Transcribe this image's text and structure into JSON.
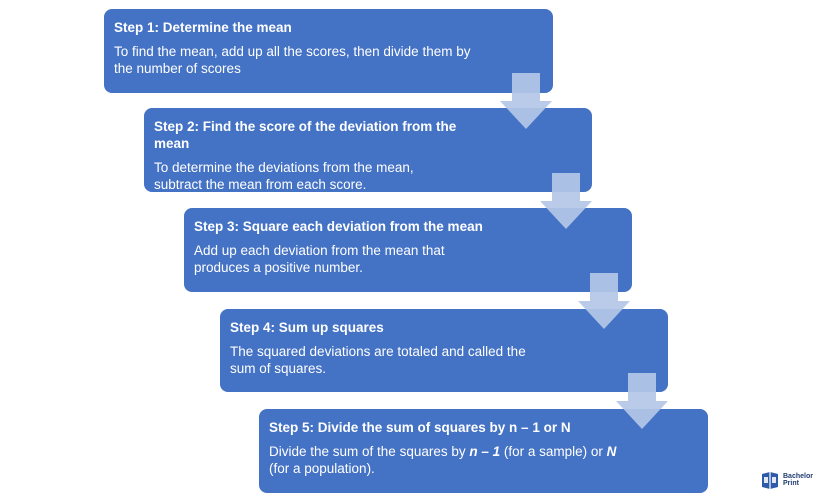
{
  "steps": [
    {
      "title": "Step 1: Determine the mean",
      "body": "To find the mean, add up all the scores, then divide them by the number of scores"
    },
    {
      "title": "Step 2: Find the score of the deviation from the mean",
      "body": "To determine the deviations from the mean, subtract the mean from each score."
    },
    {
      "title": "Step 3: Square each deviation from the mean",
      "body": "Add up each deviation from the mean that produces a positive number."
    },
    {
      "title": "Step 4: Sum up squares",
      "body": "The squared deviations are totaled and called the sum of squares."
    },
    {
      "title": "Step 5: Divide the sum of squares by n – 1 or N",
      "body_parts": {
        "p1": "Divide the sum of the squares by ",
        "n1": "n – 1",
        "p2": " (for a sample) or ",
        "n2": "N",
        "p3": " (for a population)."
      }
    }
  ],
  "logo": {
    "line1": "Bachelor",
    "line2": "Print"
  },
  "colors": {
    "box": "#4472c4",
    "arrow": "#b4c7e7",
    "text": "#ffffff"
  }
}
